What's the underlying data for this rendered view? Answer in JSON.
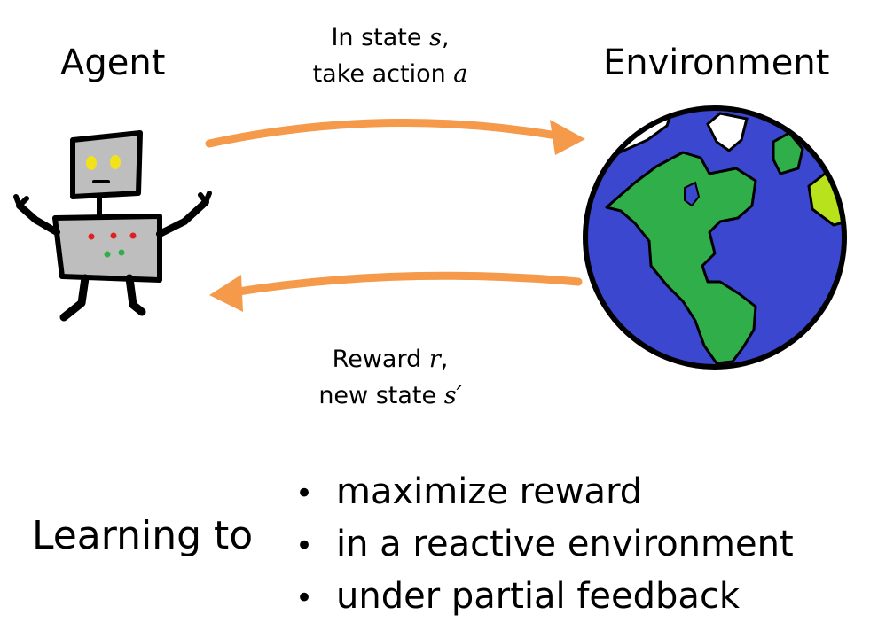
{
  "agent": {
    "title": "Agent"
  },
  "environment": {
    "title": "Environment"
  },
  "action_arrow": {
    "line1_text": "In state ",
    "line1_var": "s",
    "line1_suffix": ",",
    "line2_text": "take action ",
    "line2_var": "a"
  },
  "feedback_arrow": {
    "line1_text": "Reward ",
    "line1_var": "r",
    "line1_suffix": ",",
    "line2_text": "new state ",
    "line2_var": "s′"
  },
  "summary": {
    "lead": "Learning to",
    "bullet_char": "•",
    "items": [
      "maximize reward",
      "in a reactive environment",
      "under partial feedback"
    ]
  },
  "colors": {
    "arrow": "#F5994A",
    "robot_body": "#BEBEBE",
    "robot_eyes": "#F2E21C",
    "globe_ocean": "#3C47D0",
    "globe_land": "#2FAE4A",
    "globe_ice": "#FFFFFF",
    "globe_highlight": "#B8E21C"
  }
}
